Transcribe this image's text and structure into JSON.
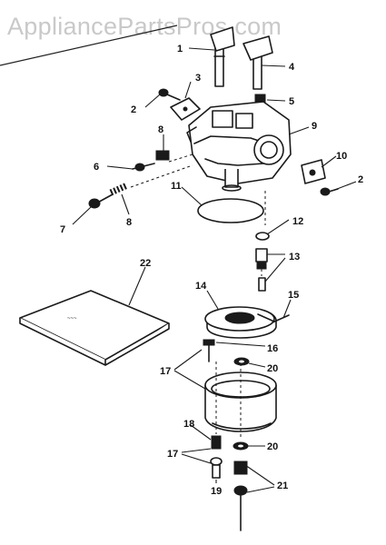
{
  "watermark": "AppliancePartsPros.com",
  "callouts": [
    {
      "id": "c1",
      "label": "1"
    },
    {
      "id": "c2a",
      "label": "2"
    },
    {
      "id": "c2b",
      "label": "2"
    },
    {
      "id": "c3",
      "label": "3"
    },
    {
      "id": "c4",
      "label": "4"
    },
    {
      "id": "c5",
      "label": "5"
    },
    {
      "id": "c6",
      "label": "6"
    },
    {
      "id": "c7",
      "label": "7"
    },
    {
      "id": "c8a",
      "label": "8"
    },
    {
      "id": "c8b",
      "label": "8"
    },
    {
      "id": "c9",
      "label": "9"
    },
    {
      "id": "c10",
      "label": "10"
    },
    {
      "id": "c11",
      "label": "11"
    },
    {
      "id": "c12",
      "label": "12"
    },
    {
      "id": "c13",
      "label": "13"
    },
    {
      "id": "c14",
      "label": "14"
    },
    {
      "id": "c15",
      "label": "15"
    },
    {
      "id": "c16",
      "label": "16"
    },
    {
      "id": "c17a",
      "label": "17"
    },
    {
      "id": "c17b",
      "label": "17"
    },
    {
      "id": "c18",
      "label": "18"
    },
    {
      "id": "c19",
      "label": "19"
    },
    {
      "id": "c20a",
      "label": "20"
    },
    {
      "id": "c20b",
      "label": "20"
    },
    {
      "id": "c21",
      "label": "21"
    },
    {
      "id": "c22",
      "label": "22"
    }
  ]
}
